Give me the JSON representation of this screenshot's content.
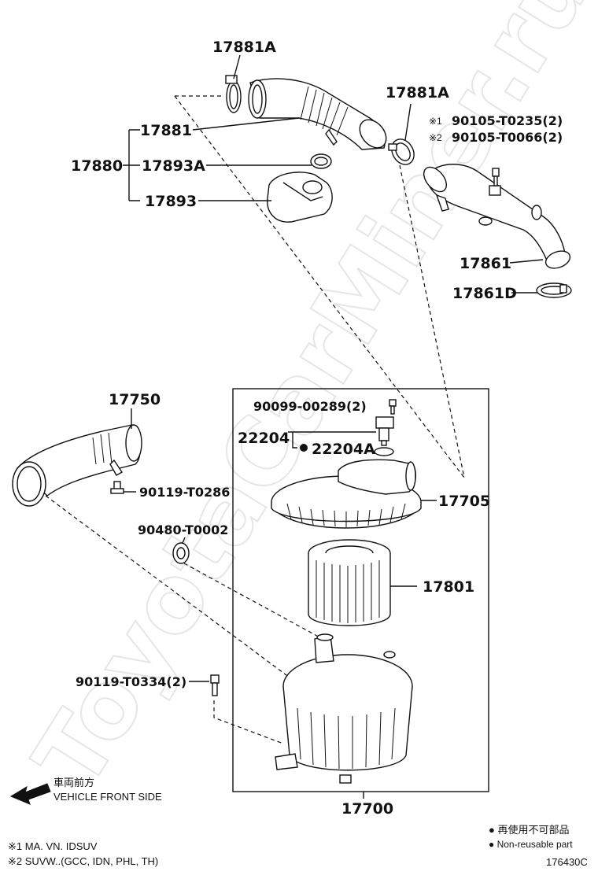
{
  "watermark": "ToyotaCarMiner.ru",
  "labels": {
    "p17881A_top": "17881A",
    "p17881": "17881",
    "p17880": "17880",
    "p17893A": "17893A",
    "p17893": "17893",
    "p17881A_right": "17881A",
    "note1_mark": "※1",
    "note1_part": "90105-T0235(2)",
    "note2_mark": "※2",
    "note2_part": "90105-T0066(2)",
    "p17861": "17861",
    "p17861D": "17861D",
    "p17750": "17750",
    "p90119_T0286": "90119-T0286",
    "p90480_T0002": "90480-T0002",
    "p90099_00289": "90099-00289(2)",
    "p22204": "22204",
    "p22204A": "22204A",
    "p17705": "17705",
    "p17801": "17801",
    "p90119_T0334": "90119-T0334(2)",
    "p17700": "17700"
  },
  "front_side": {
    "jp": "車両前方",
    "en": "VEHICLE FRONT SIDE"
  },
  "footnotes": {
    "n1": "※1  MA. VN. IDSUV",
    "n2": "※2  SUVW..(GCC, IDN, PHL, TH)"
  },
  "legend": {
    "nonreuse_jp": "● 再使用不可部品",
    "nonreuse_en": "● Non-reusable part",
    "code": "176430C"
  }
}
